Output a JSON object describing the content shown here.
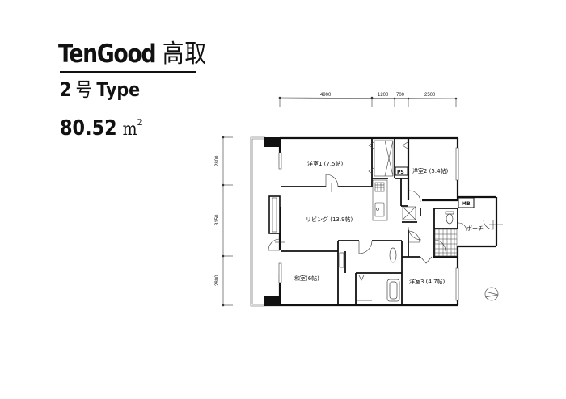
{
  "header": {
    "brand": "TenGood",
    "location": "高取",
    "type_number": "2",
    "type_kanji": "号",
    "type_label": "Type",
    "area_value": "80.52",
    "area_unit": "m",
    "area_unit_sup": "2"
  },
  "dimensions": {
    "horizontal": [
      "4900",
      "1200",
      "700",
      "2500"
    ],
    "vertical": [
      "2800",
      "3150",
      "2800"
    ]
  },
  "rooms": {
    "western1": "洋室1 (7.5帖)",
    "western2": "洋室2 (5.4帖)",
    "living": "リビング (13.9帖)",
    "japanese": "和室(6帖)",
    "western3": "洋室3 (4.7帖)",
    "porch": "ポーチ",
    "ps": "PS",
    "mb": "MB"
  },
  "compass": {
    "symbol": "north-arrow"
  }
}
